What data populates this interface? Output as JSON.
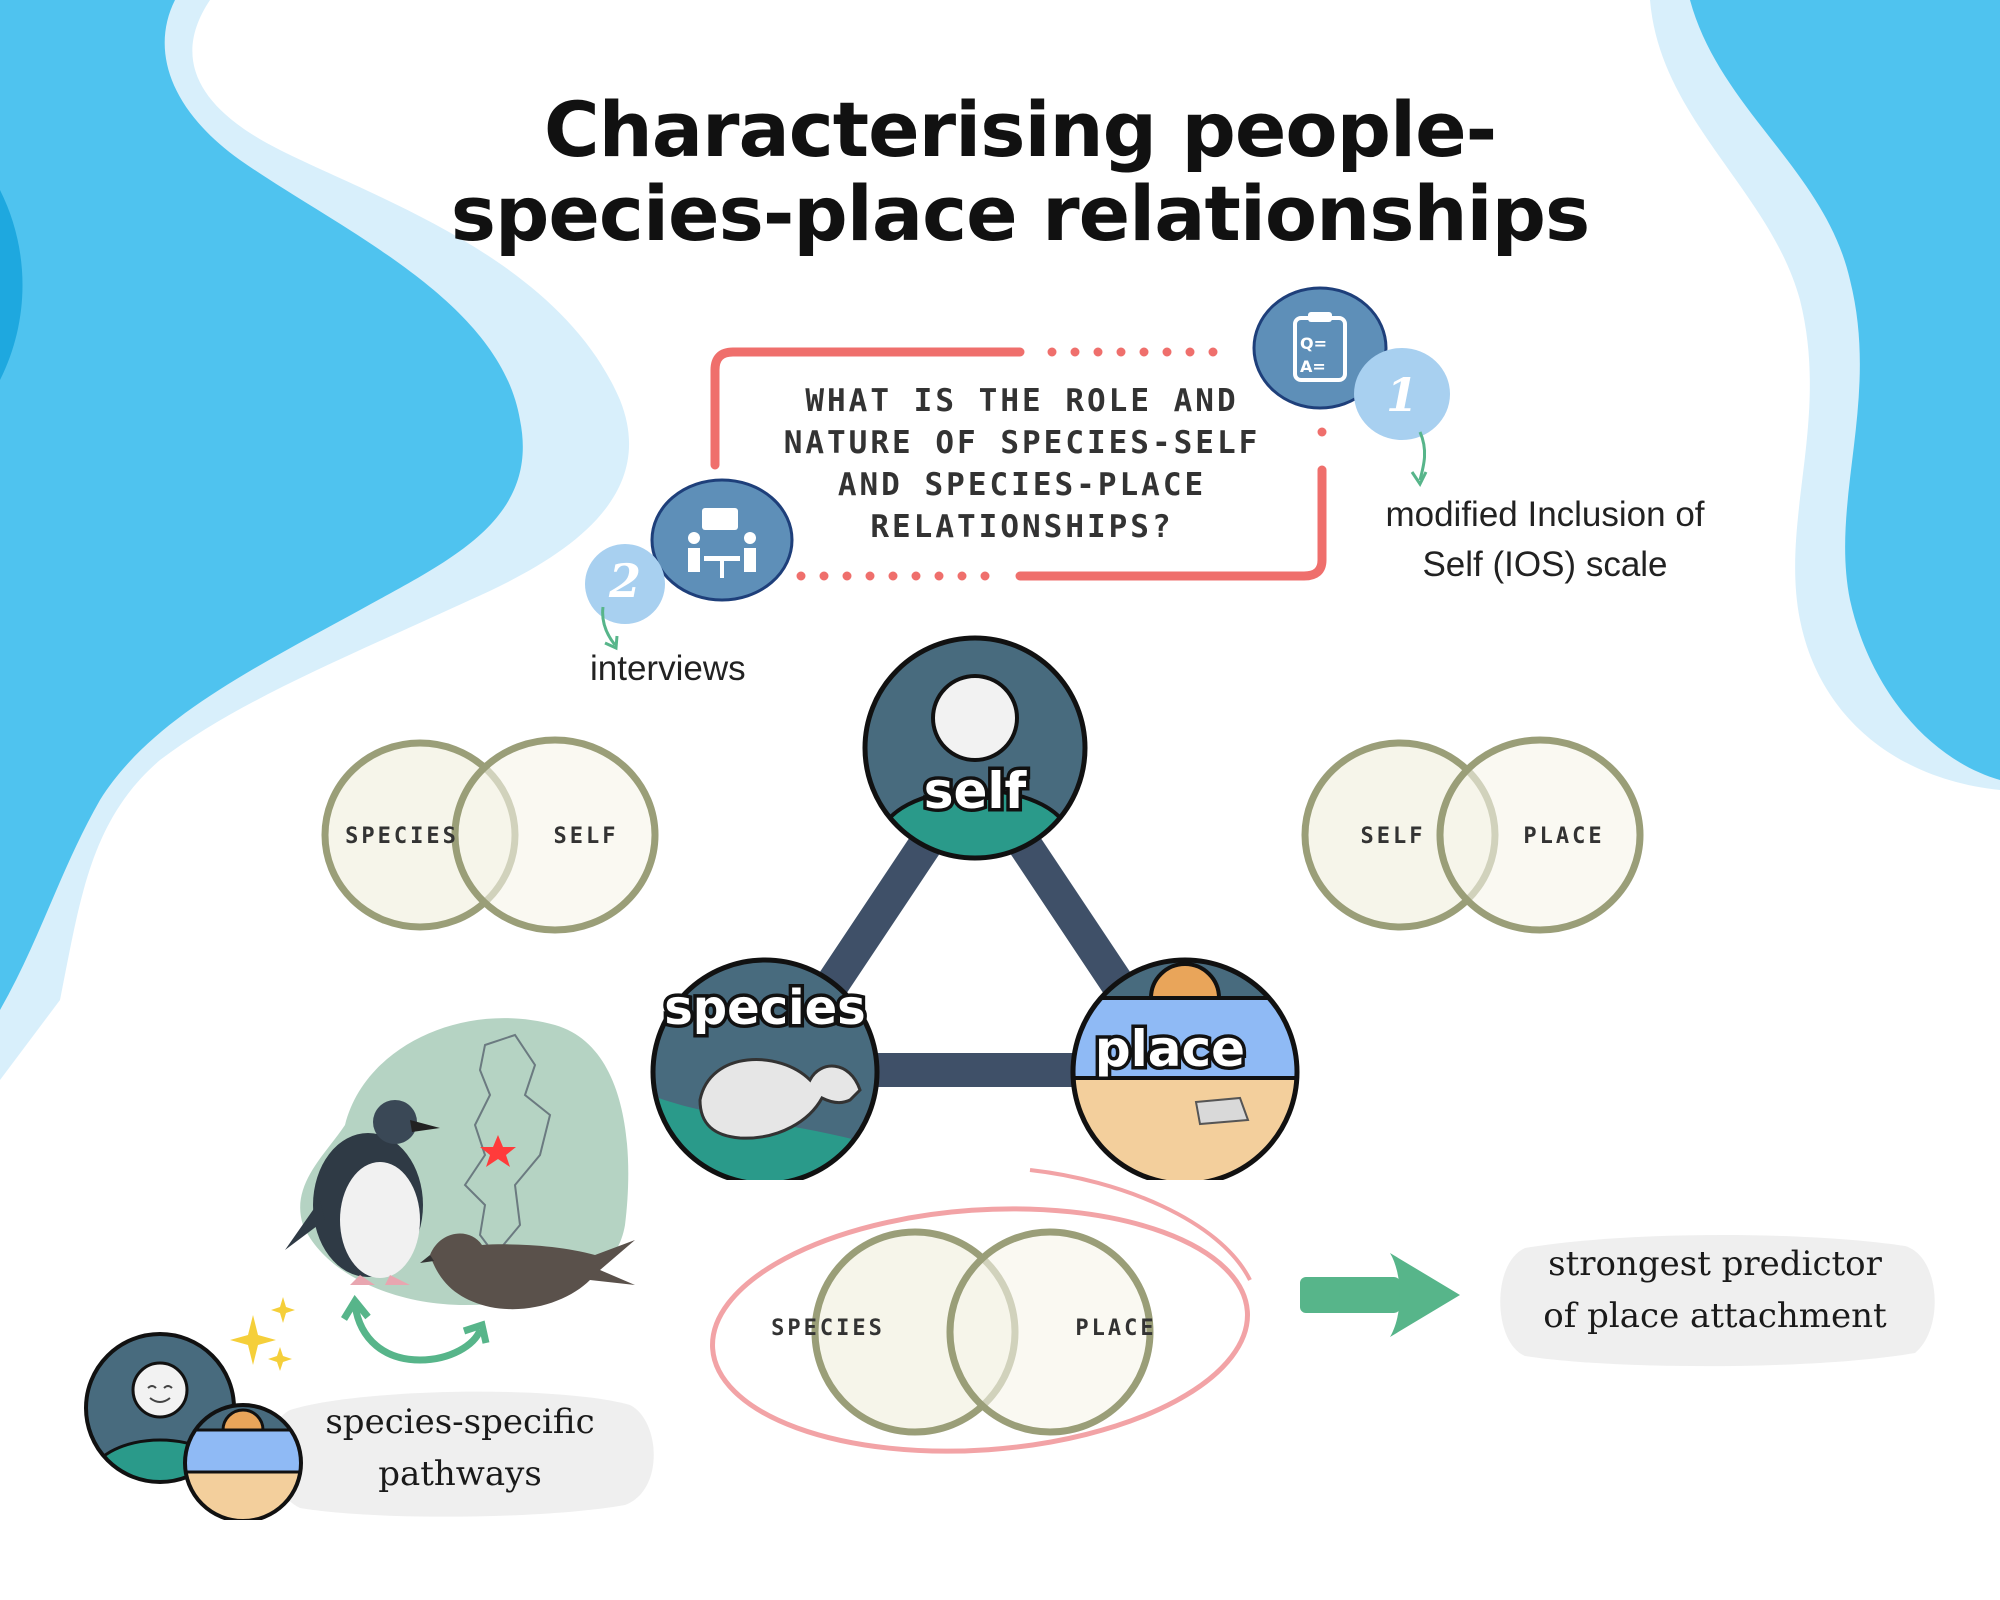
{
  "title_line1": "Characterising people-",
  "title_line2": "species-place relationships",
  "research_question": "WHAT IS THE ROLE AND NATURE OF SPECIES-SELF AND SPECIES-PLACE RELATIONSHIPS?",
  "methods": [
    {
      "number": "1",
      "label": "modified Inclusion of Self (IOS) scale",
      "icon": "survey-clipboard-icon"
    },
    {
      "number": "2",
      "label": "interviews",
      "icon": "interview-people-icon"
    }
  ],
  "triangle_nodes": {
    "self": "self",
    "species": "species",
    "place": "place"
  },
  "venn_species_self": {
    "left": "SPECIES",
    "right": "SELF"
  },
  "venn_self_place": {
    "left": "SELF",
    "right": "PLACE"
  },
  "venn_species_place": {
    "left": "SPECIES",
    "right": "PLACE"
  },
  "outcome": {
    "line1": "strongest predictor",
    "line2": "of place attachment"
  },
  "pathways": {
    "line1": "species-specific",
    "line2": "pathways"
  },
  "colors": {
    "sky_blue": "#4fc3ef",
    "pale_blue": "#d8effb",
    "dark_slate": "#486b7e",
    "teal": "#2a9a8a",
    "coral": "#ef6f6c",
    "olive": "#9a9e78",
    "arrow_green": "#57b58a",
    "badge_blue": "#a8d0f0"
  }
}
